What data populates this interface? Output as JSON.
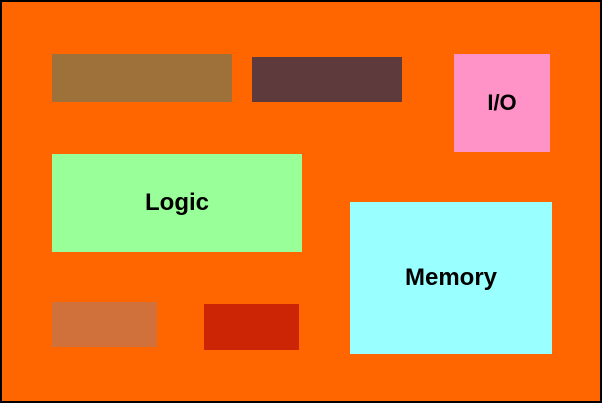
{
  "canvas": {
    "background": "#FF6600",
    "border_color": "#000000"
  },
  "blocks": {
    "top_left_brown": {
      "label": "",
      "color": "#9E713A"
    },
    "top_mid_maroon": {
      "label": "",
      "color": "#5E3A3C"
    },
    "io": {
      "label": "I/O",
      "color": "#FF93C8"
    },
    "logic": {
      "label": "Logic",
      "color": "#99FF99"
    },
    "memory": {
      "label": "Memory",
      "color": "#99FFFF"
    },
    "bottom_left_tan": {
      "label": "",
      "color": "#D0713B"
    },
    "bottom_mid_red": {
      "label": "",
      "color": "#CC2505"
    }
  }
}
